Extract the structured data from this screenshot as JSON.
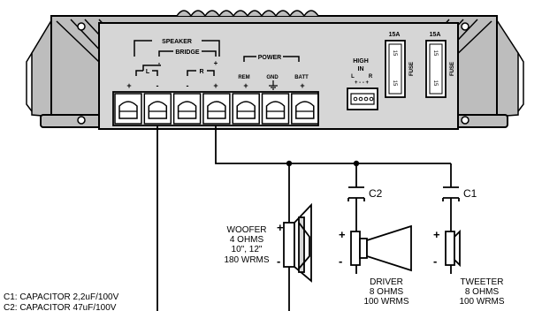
{
  "amplifier": {
    "speaker_label": "SPEAKER",
    "bridge_label": "BRIDGE",
    "power_label": "POWER",
    "channel_l": "L",
    "channel_r": "R",
    "plus": "+",
    "minus": "-",
    "rem_label": "REM",
    "gnd_label": "GND",
    "batt_label": "BATT",
    "high_in_line1": "HIGH",
    "high_in_line2": "IN",
    "high_in_l": "L",
    "high_in_r": "R",
    "high_in_polarity": "+ - - +",
    "fuse1_rating": "15A",
    "fuse2_rating": "15A",
    "fuse_label": "FUSE",
    "fuse_value_top": "15",
    "fuse_value_bottom": "15"
  },
  "components": {
    "c2_label": "C2",
    "c1_label": "C1",
    "woofer_line1": "WOOFER",
    "woofer_line2": "4 OHMS",
    "woofer_line3": "10\", 12\"",
    "woofer_line4": "180 WRMS",
    "driver_line1": "DRIVER",
    "driver_line2": "8 OHMS",
    "driver_line3": "100 WRMS",
    "tweeter_line1": "TWEETER",
    "tweeter_line2": "8 OHMS",
    "tweeter_line3": "100 WRMS",
    "plus": "+",
    "minus": "-"
  },
  "legend": {
    "c1": "C1: CAPACITOR 2,2uF/100V",
    "c2": "C2: CAPACITOR 47uF/100V"
  },
  "colors": {
    "panel": "#d6d6d6",
    "casing": "#bdbdbd",
    "line": "#000000",
    "background": "#ffffff"
  }
}
